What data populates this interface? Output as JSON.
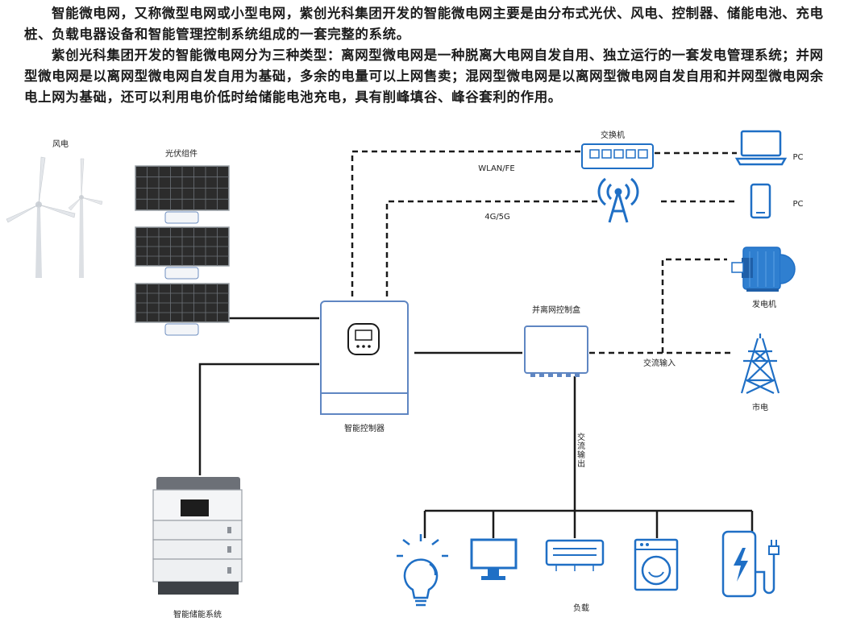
{
  "intro": {
    "paragraph1": "智能微电网，又称微型电网或小型电网，紫创光科集团开发的智能微电网主要是由分布式光伏、风电、控制器、储能电池、充电桩、负载电器设备和智能管理控制系统组成的一套完整的系统。",
    "paragraph2": "紫创光科集团开发的智能微电网分为三种类型：离网型微电网是一种脱离大电网自发自用、独立运行的一套发电管理系统；并网型微电网是以离网型微电网自发自用为基础，多余的电量可以上网售卖；混网型微电网是以离网型微电网自发自用和并网型微电网余电上网为基础，还可以利用电价低时给储能电池充电，具有削峰填谷、峰谷套利的作用。"
  },
  "diagram": {
    "wind_label": "风电",
    "pv_label": "光伏组件",
    "controller_label": "智能控制器",
    "storage_label": "智能储能系统",
    "switch_label": "交换机",
    "wlan_label": "WLAN/FE",
    "cellular_label": "4G/5G",
    "laptop_label": "PC",
    "phone_label": "PC",
    "grid_box_label": "并离网控制盒",
    "generator_label": "发电机",
    "ac_input_label": "交流输入",
    "utility_label": "市电",
    "ac_output_label": "交流输出",
    "load_label": "负载"
  },
  "colors": {
    "accent_blue": "#1f6fc5",
    "line": "#1a1a1a",
    "device_outline": "#6f8fc0"
  }
}
